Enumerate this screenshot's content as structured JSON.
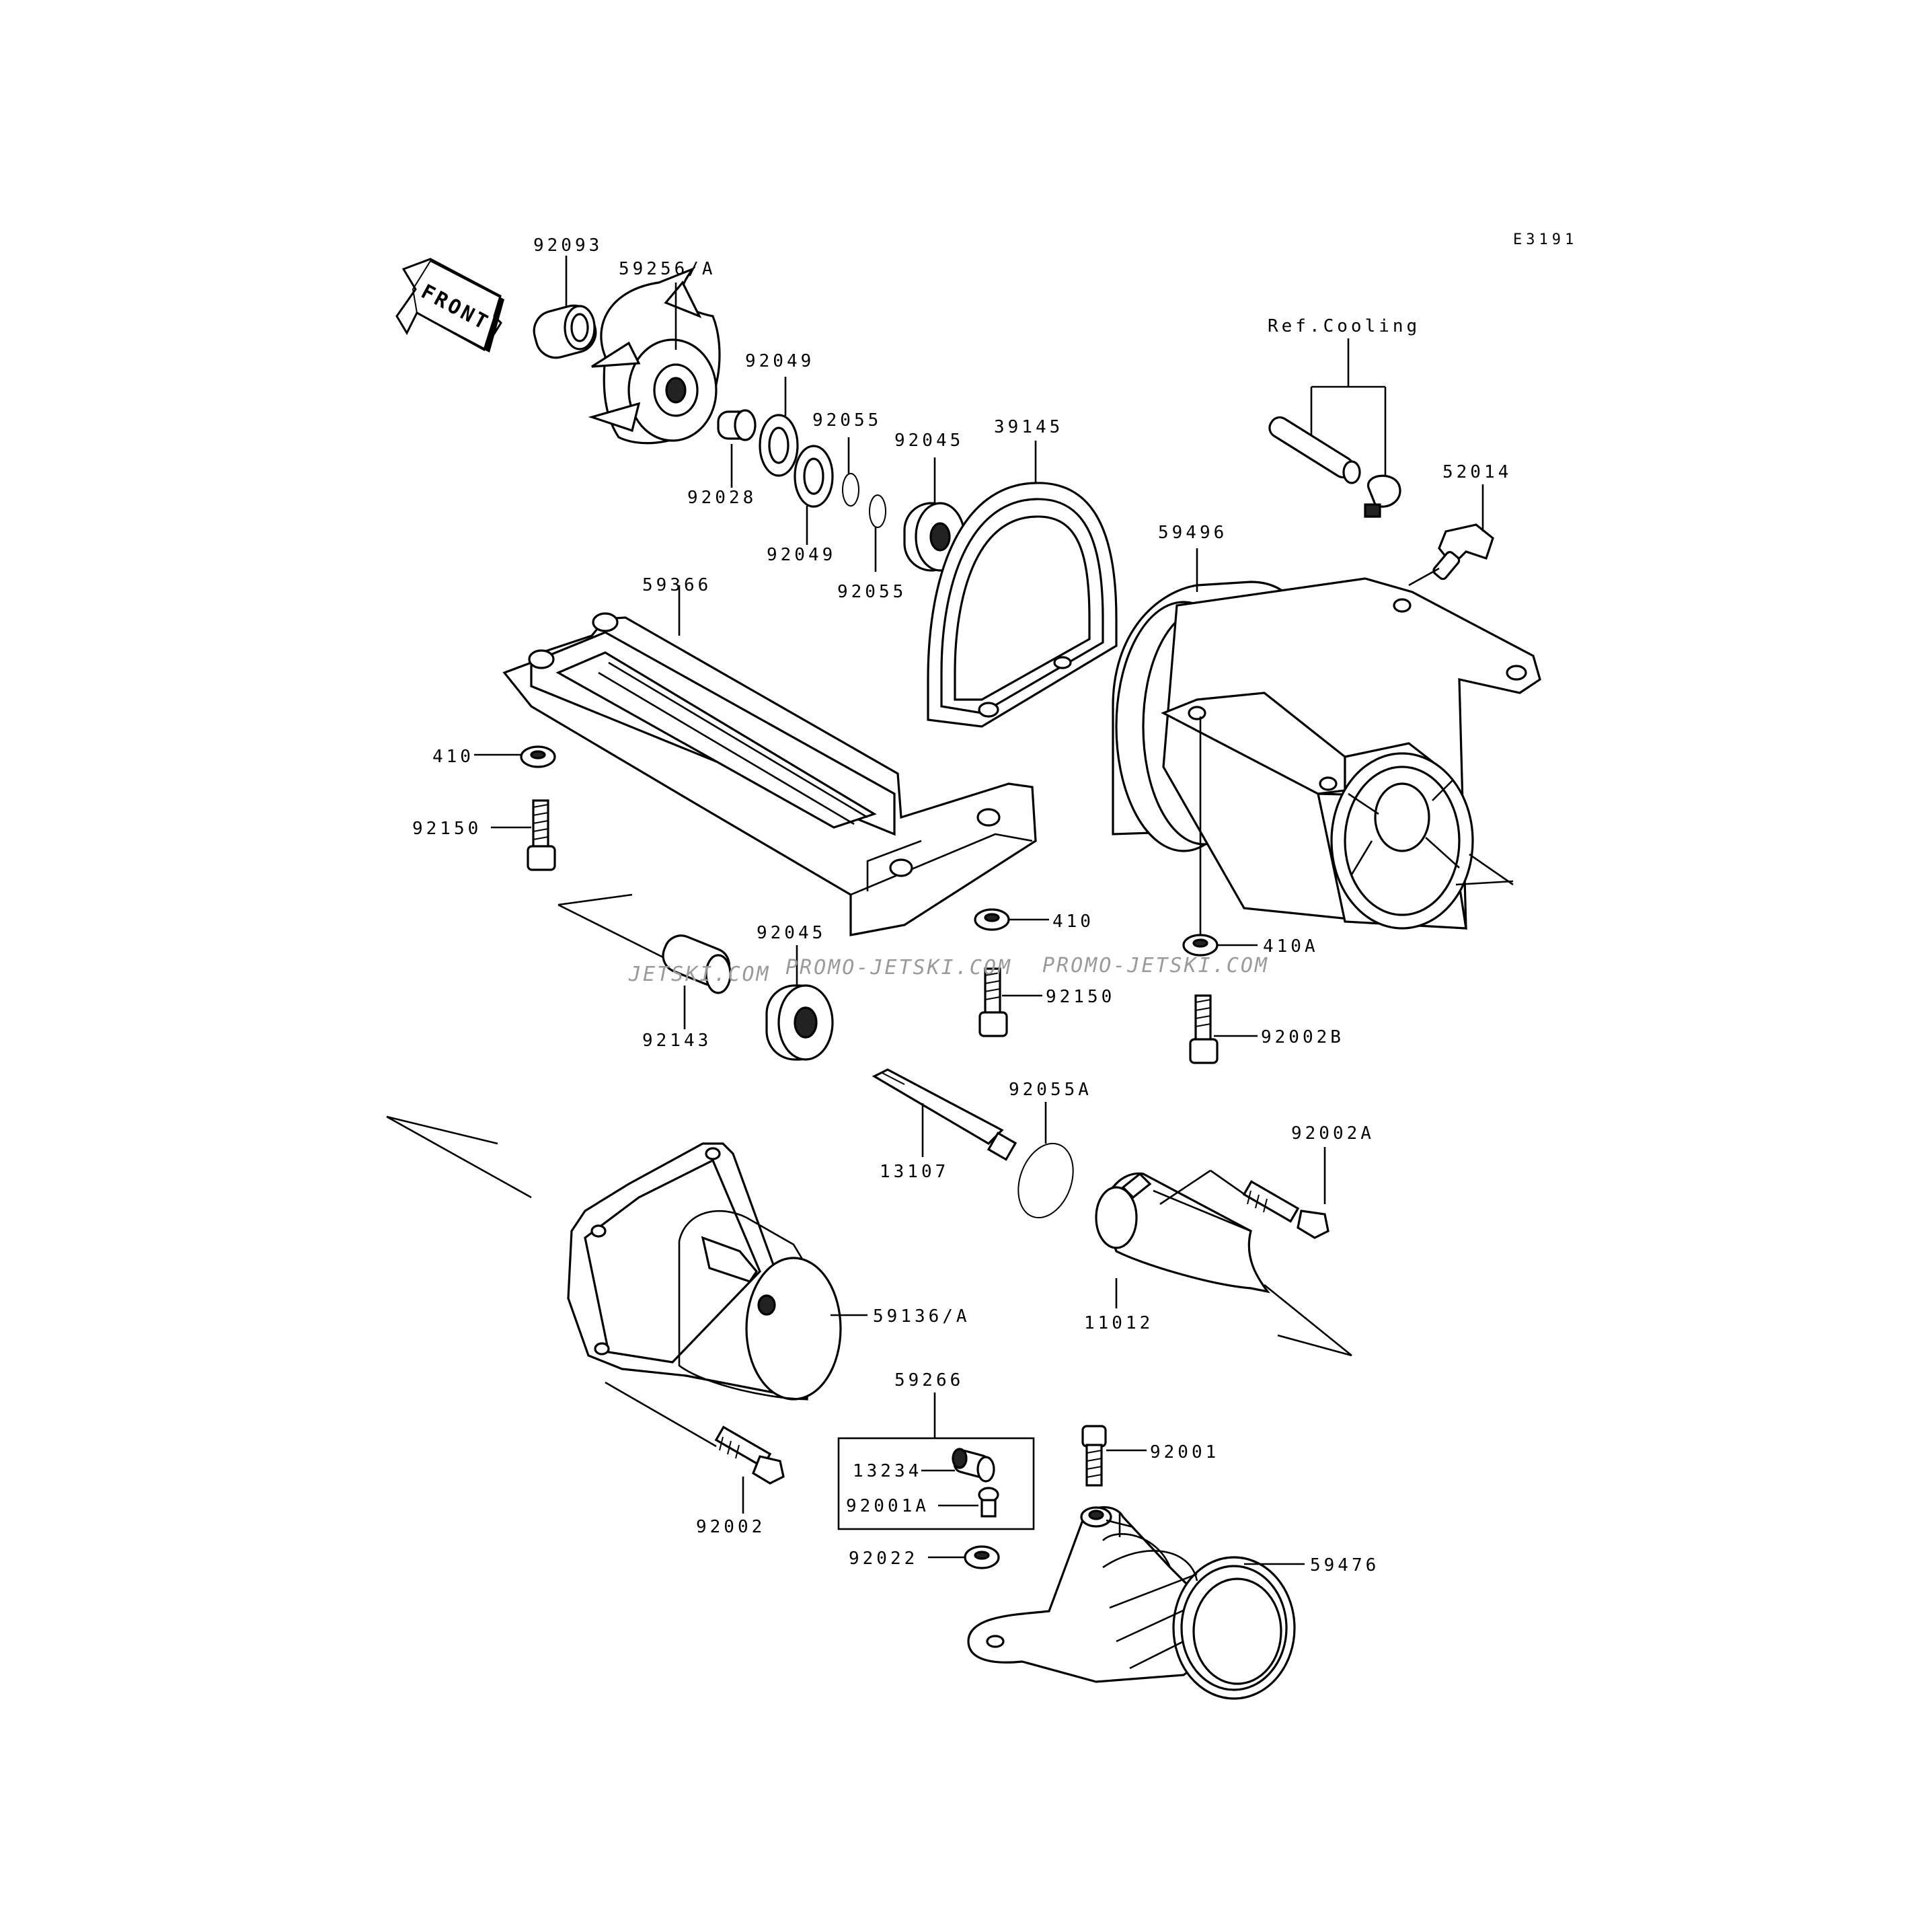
{
  "diagram": {
    "code": "E3191",
    "front_label": "FRONT",
    "ref_label": "Ref.Cooling",
    "watermarks": [
      "JETSKI.COM",
      "PROMO-JETSKI.COM",
      "PROMO-JETSKI.COM"
    ],
    "parts": {
      "p92093": "92093",
      "p59256a": "59256/A",
      "p92049_top": "92049",
      "p92055_top": "92055",
      "p92045_top": "92045",
      "p39145": "39145",
      "p92028": "92028",
      "p92049_bot": "92049",
      "p92055_bot": "92055",
      "p59366": "59366",
      "p52014": "52014",
      "p59496": "59496",
      "p410_left": "410",
      "p92150_left": "92150",
      "p410_mid": "410",
      "p92045_mid": "92045",
      "p92150_mid": "92150",
      "p410a": "410A",
      "p92002b": "92002B",
      "p92143": "92143",
      "p92055a": "92055A",
      "p92002a": "92002A",
      "p13107": "13107",
      "p59136a": "59136/A",
      "p11012": "11012",
      "p59266": "59266",
      "p13234": "13234",
      "p92001": "92001",
      "p92001a": "92001A",
      "p92002": "92002",
      "p92022": "92022",
      "p59476": "59476"
    }
  }
}
